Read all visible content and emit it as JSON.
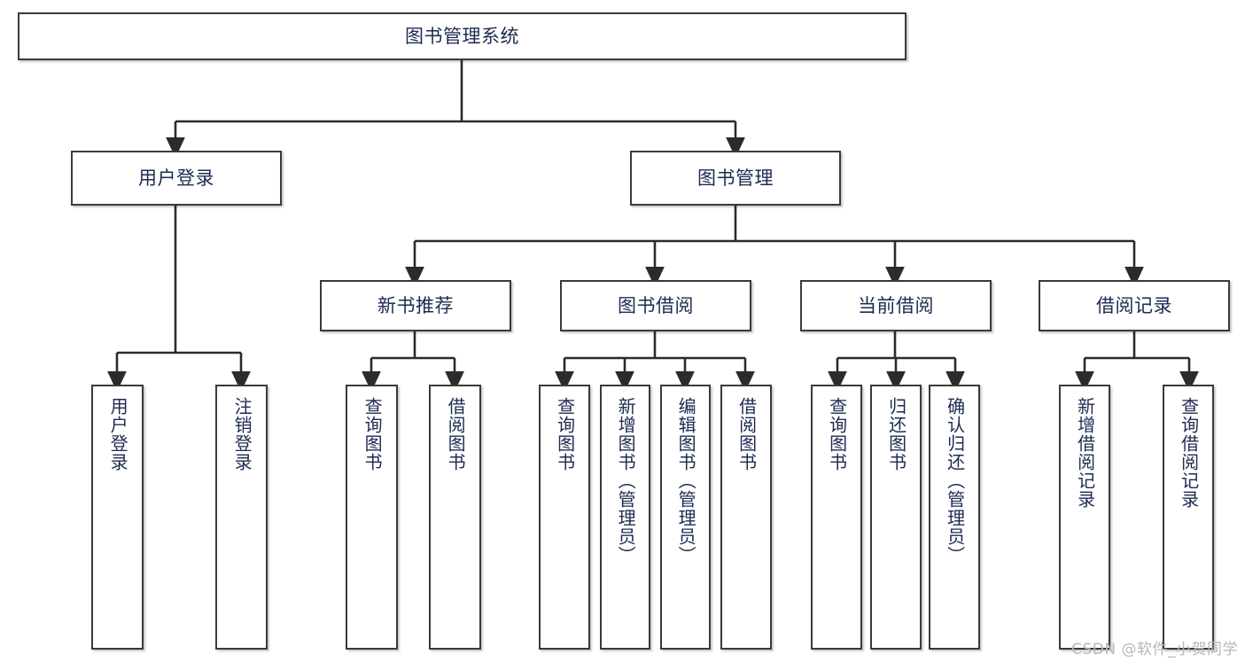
{
  "diagram": {
    "title": "图书管理系统",
    "watermark": "CSDN @软件_小贺同学",
    "colors": {
      "box_border": "#3a3a3a",
      "box_fill": "#ffffff",
      "label_text": "#1d2b52",
      "connector": "#2b2b2b",
      "watermark_text": "#b7b7b7"
    },
    "nodes": {
      "root": {
        "label": "图书管理系统"
      },
      "level2": [
        {
          "id": "user-login",
          "label": "用户登录"
        },
        {
          "id": "book-management",
          "label": "图书管理"
        }
      ],
      "level3": [
        {
          "id": "new-book-recommend",
          "label": "新书推荐"
        },
        {
          "id": "book-borrow",
          "label": "图书借阅"
        },
        {
          "id": "current-borrow",
          "label": "当前借阅"
        },
        {
          "id": "borrow-record",
          "label": "借阅记录"
        }
      ],
      "leaves": {
        "user_login": [
          {
            "id": "leaf-user-login",
            "label": "用户登录"
          },
          {
            "id": "leaf-logout",
            "label": "注销登录"
          }
        ],
        "new_book_recommend": [
          {
            "id": "leaf-query-book-1",
            "label": "查询图书"
          },
          {
            "id": "leaf-borrow-book-1",
            "label": "借阅图书"
          }
        ],
        "book_borrow": [
          {
            "id": "leaf-query-book-2",
            "label": "查询图书"
          },
          {
            "id": "leaf-add-book",
            "label": "新增图书（管理员）"
          },
          {
            "id": "leaf-edit-book",
            "label": "编辑图书（管理员）"
          },
          {
            "id": "leaf-borrow-book-2",
            "label": "借阅图书"
          }
        ],
        "current_borrow": [
          {
            "id": "leaf-query-book-3",
            "label": "查询图书"
          },
          {
            "id": "leaf-return-book",
            "label": "归还图书"
          },
          {
            "id": "leaf-confirm-return",
            "label": "确认归还（管理员）"
          }
        ],
        "borrow_record": [
          {
            "id": "leaf-add-record",
            "label": "新增借阅记录"
          },
          {
            "id": "leaf-query-record",
            "label": "查询借阅记录"
          }
        ]
      }
    }
  }
}
